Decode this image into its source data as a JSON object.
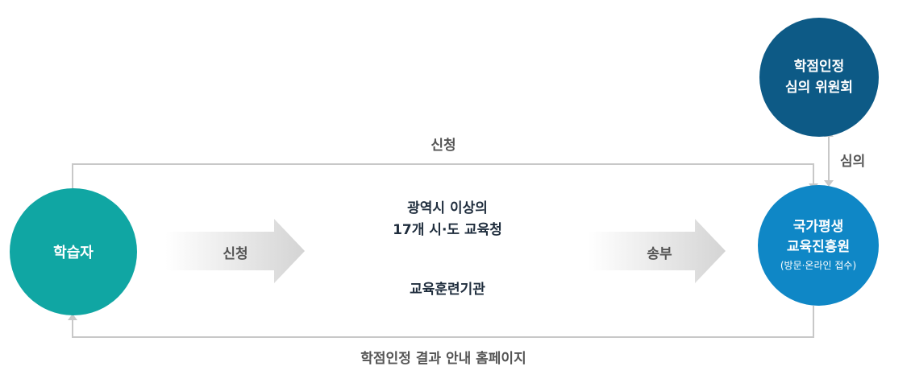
{
  "nodes": {
    "learner": "학습자",
    "committee": [
      "학점인정",
      "심의 위원회"
    ],
    "institute": [
      "국가평생",
      "교육진흥원"
    ],
    "institute_note": "(방문·온라인 접수)",
    "offices": [
      "광역시 이상의",
      "17개 시·도 교육청"
    ],
    "training": "교육훈련기관"
  },
  "labels": {
    "apply_top": "신청",
    "apply_arrow": "신청",
    "send_arrow": "송부",
    "review": "심의",
    "result": "학점인정 결과 안내 홈페이지"
  },
  "colors": {
    "learner": "#10a6a3",
    "committee": "#0d5a86",
    "institute": "#0f87c6",
    "line": "#c8c8c8",
    "text_dark": "#1f2d3d"
  }
}
